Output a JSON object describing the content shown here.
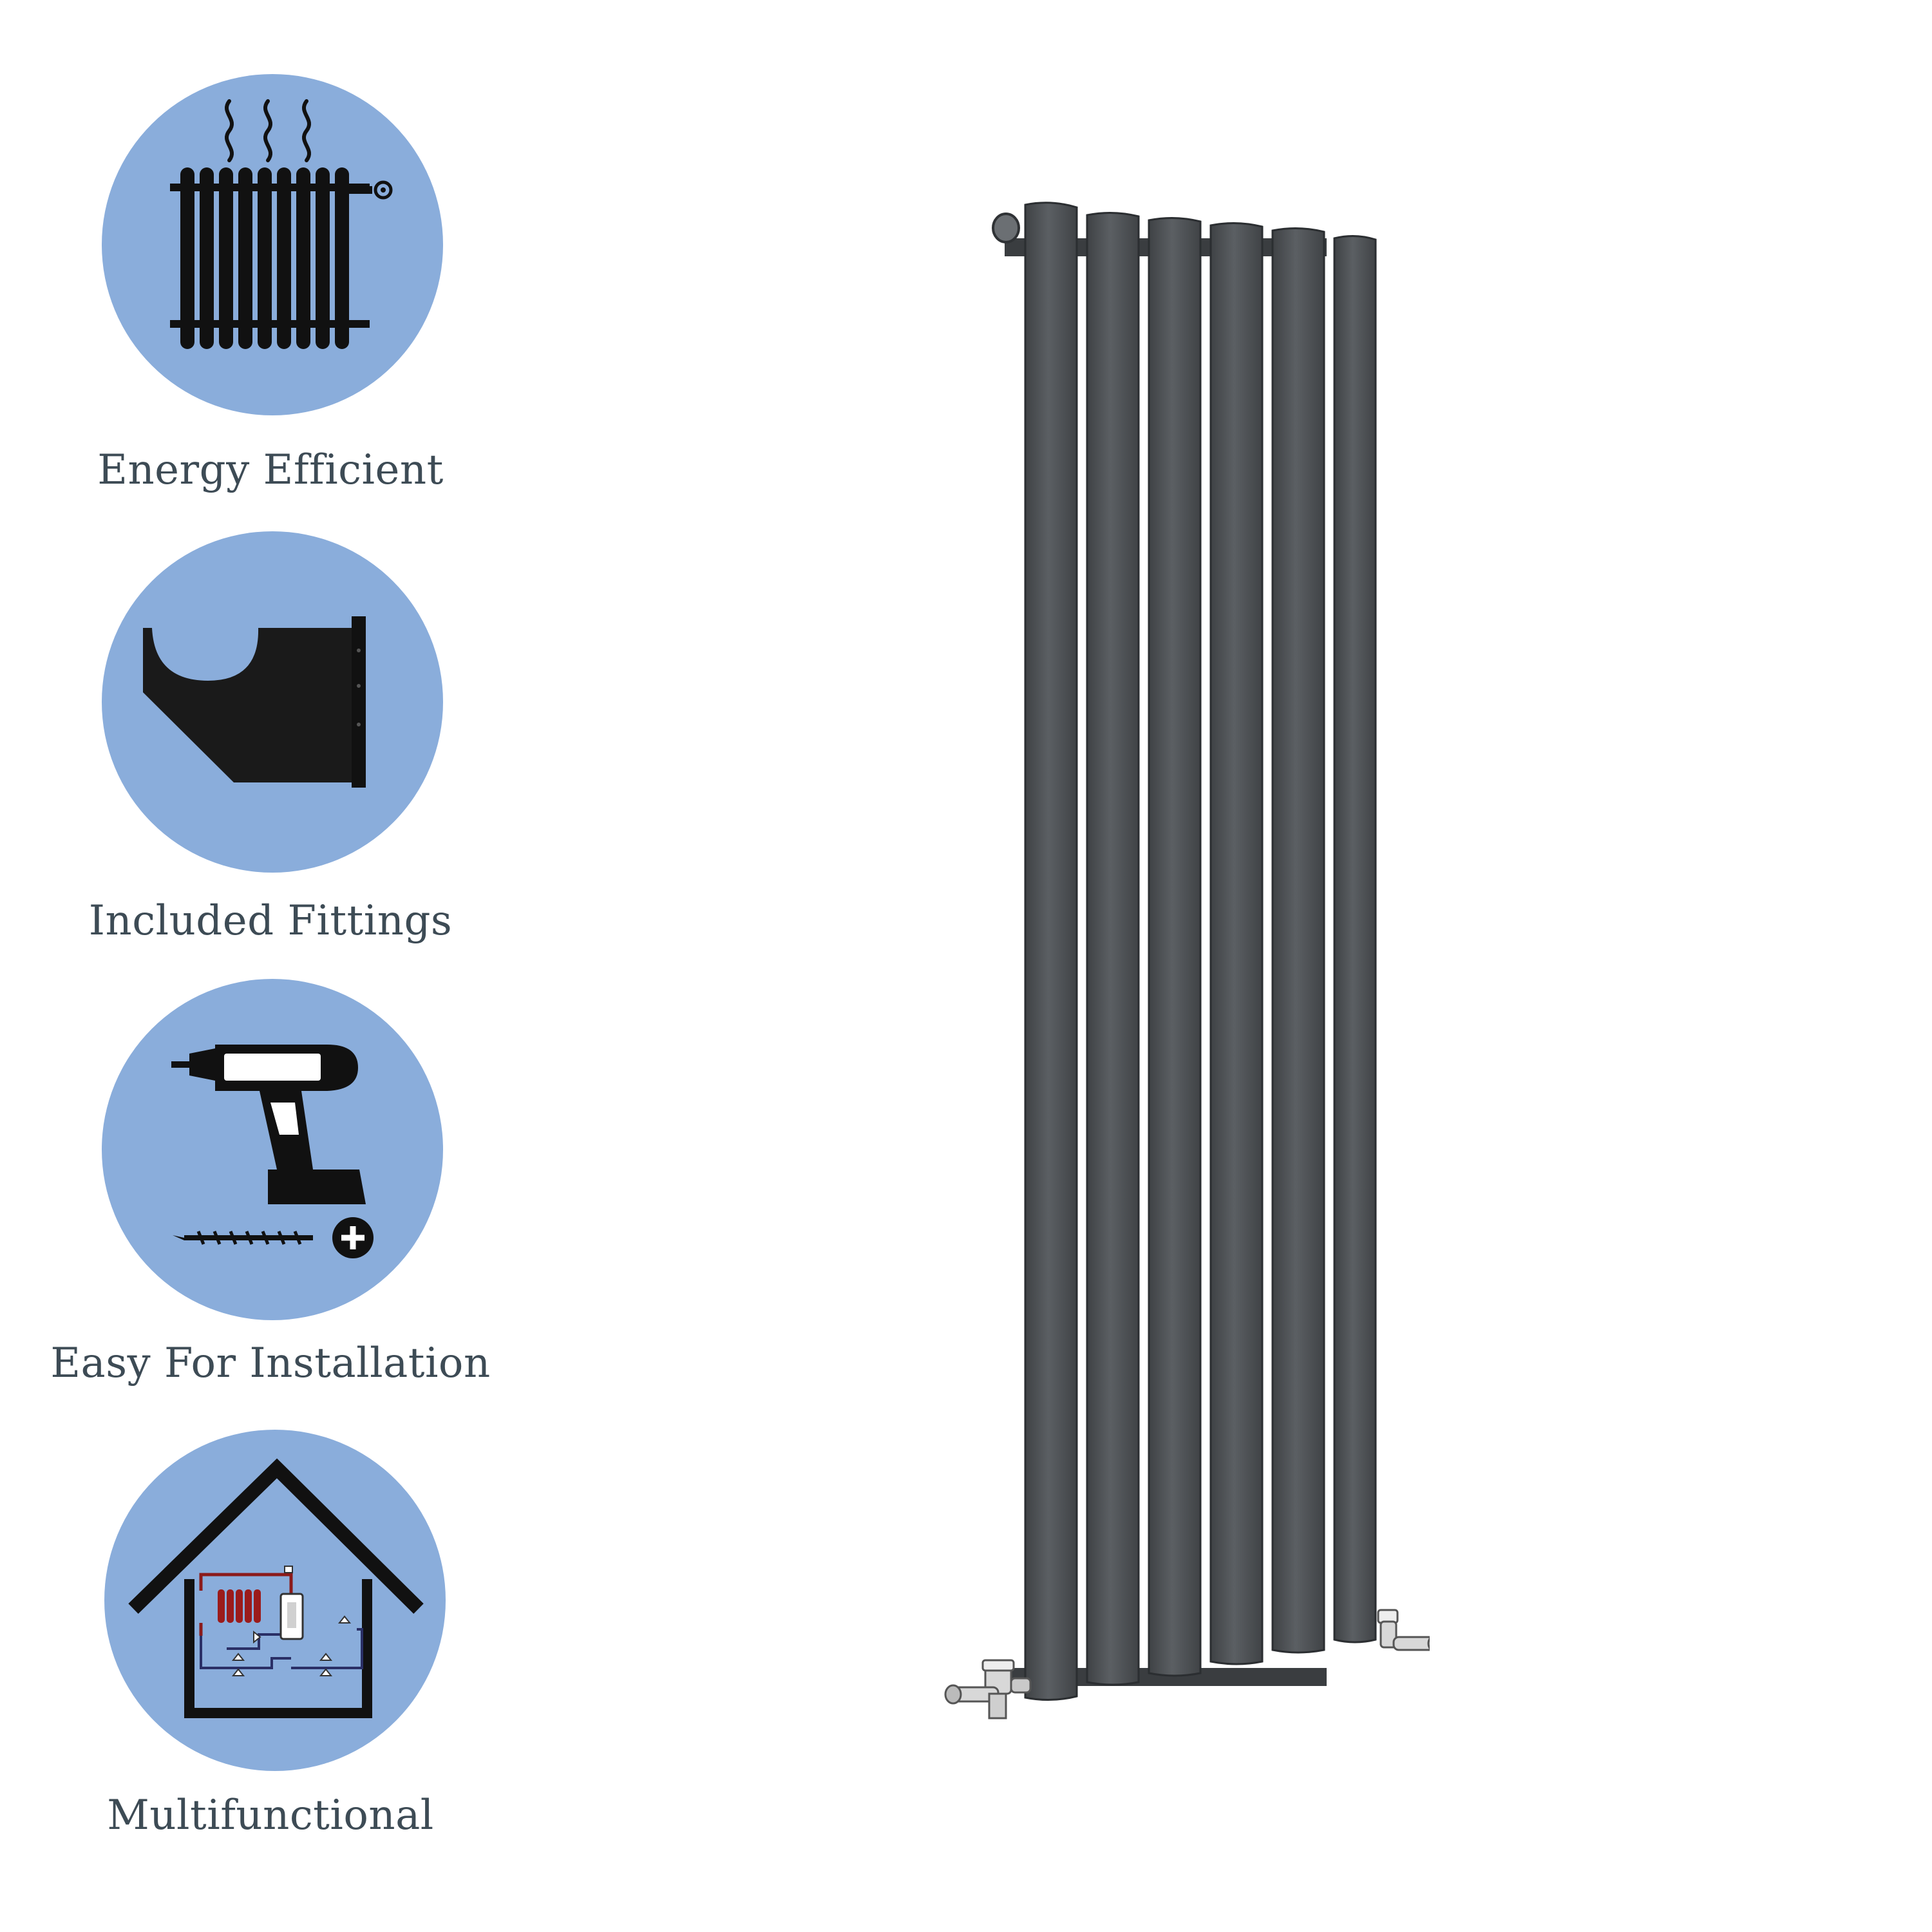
{
  "features": [
    {
      "label": "Energy Efficient",
      "icon": "radiator-heat-icon"
    },
    {
      "label": "Included Fittings",
      "icon": "wall-bracket-icon"
    },
    {
      "label": "Easy For Installation",
      "icon": "drill-screw-icon"
    },
    {
      "label": "Multifunctional",
      "icon": "house-heating-system-icon"
    }
  ],
  "colors": {
    "icon_circle": "#8aaddb",
    "label_text": "#3d4b55",
    "radiator_body": "#4b4e51",
    "radiator_highlight": "#5c6063"
  },
  "product": {
    "name_icon": "vertical-oval-column-radiator",
    "columns": 6
  }
}
